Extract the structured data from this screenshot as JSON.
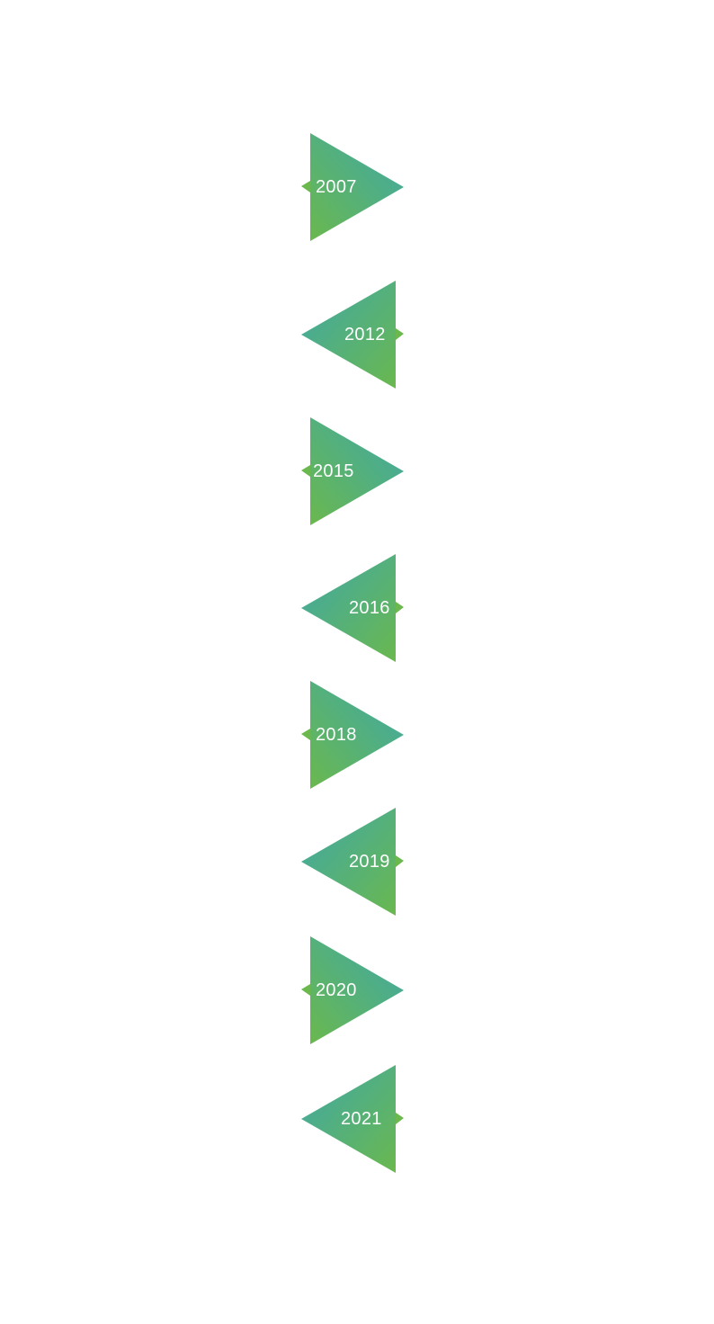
{
  "timeline": {
    "colors": {
      "gradient_start": "#3fa8a8",
      "gradient_end": "#6ab84e",
      "notch": "#6ab84e",
      "text": "#ffffff"
    },
    "items": [
      {
        "year": "2007",
        "direction": "right"
      },
      {
        "year": "2012",
        "direction": "left"
      },
      {
        "year": "2015",
        "direction": "right"
      },
      {
        "year": "2016",
        "direction": "left"
      },
      {
        "year": "2018",
        "direction": "right"
      },
      {
        "year": "2019",
        "direction": "left"
      },
      {
        "year": "2020",
        "direction": "right"
      },
      {
        "year": "2021",
        "direction": "left"
      }
    ]
  }
}
